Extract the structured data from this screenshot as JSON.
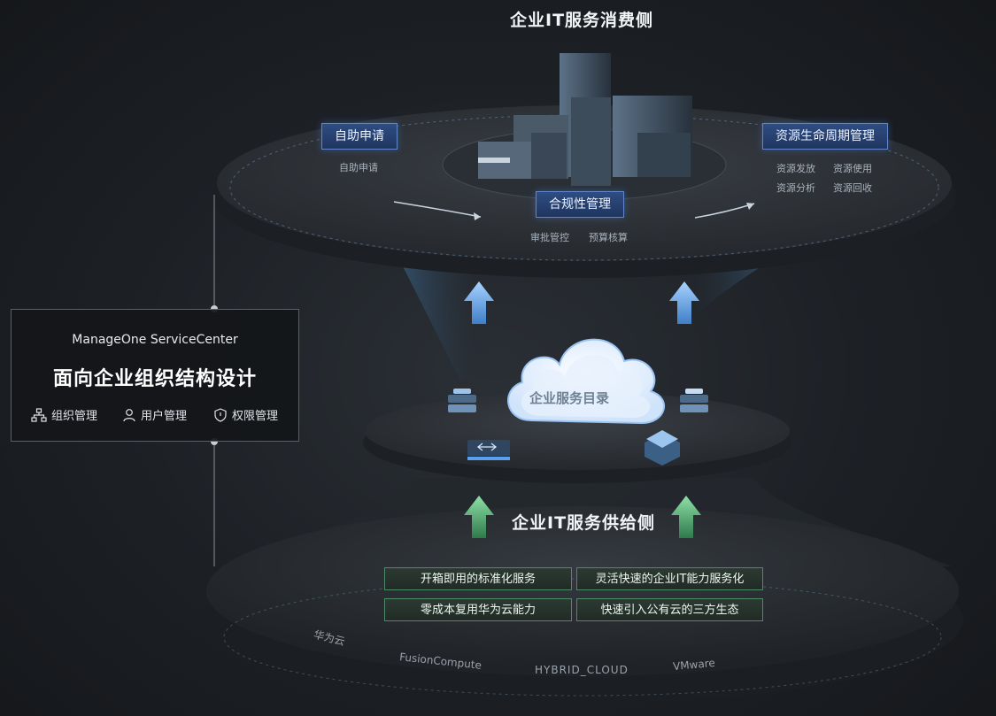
{
  "consumer_side": {
    "title": "企业IT服务消费侧",
    "self_service": {
      "label": "自助申请",
      "items": [
        "自助申请"
      ]
    },
    "compliance": {
      "label": "合规性管理",
      "items": [
        "审批管控",
        "预算核算"
      ]
    },
    "lifecycle": {
      "label": "资源生命周期管理",
      "items": [
        "资源发放",
        "资源使用",
        "资源分析",
        "资源回收"
      ]
    }
  },
  "catalog": {
    "label": "企业服务目录"
  },
  "supply_side": {
    "title": "企业IT服务供给侧",
    "capabilities": [
      "开箱即用的标准化服务",
      "灵活快速的企业IT能力服务化",
      "零成本复用华为云能力",
      "快速引入公有云的三方生态"
    ],
    "vendors": [
      "华为云",
      "FusionCompute",
      "HYBRID_CLOUD",
      "VMware"
    ]
  },
  "side_panel": {
    "product": "ManageOne ServiceCenter",
    "headline": "面向企业组织结构设计",
    "features": [
      {
        "label": "组织管理",
        "icon": "org-chart-icon"
      },
      {
        "label": "用户管理",
        "icon": "user-icon"
      },
      {
        "label": "权限管理",
        "icon": "shield-icon"
      }
    ]
  },
  "colors": {
    "accent_blue": "#4f8fd8",
    "accent_green": "#4a9a68",
    "tag_bg": "#26406e"
  }
}
